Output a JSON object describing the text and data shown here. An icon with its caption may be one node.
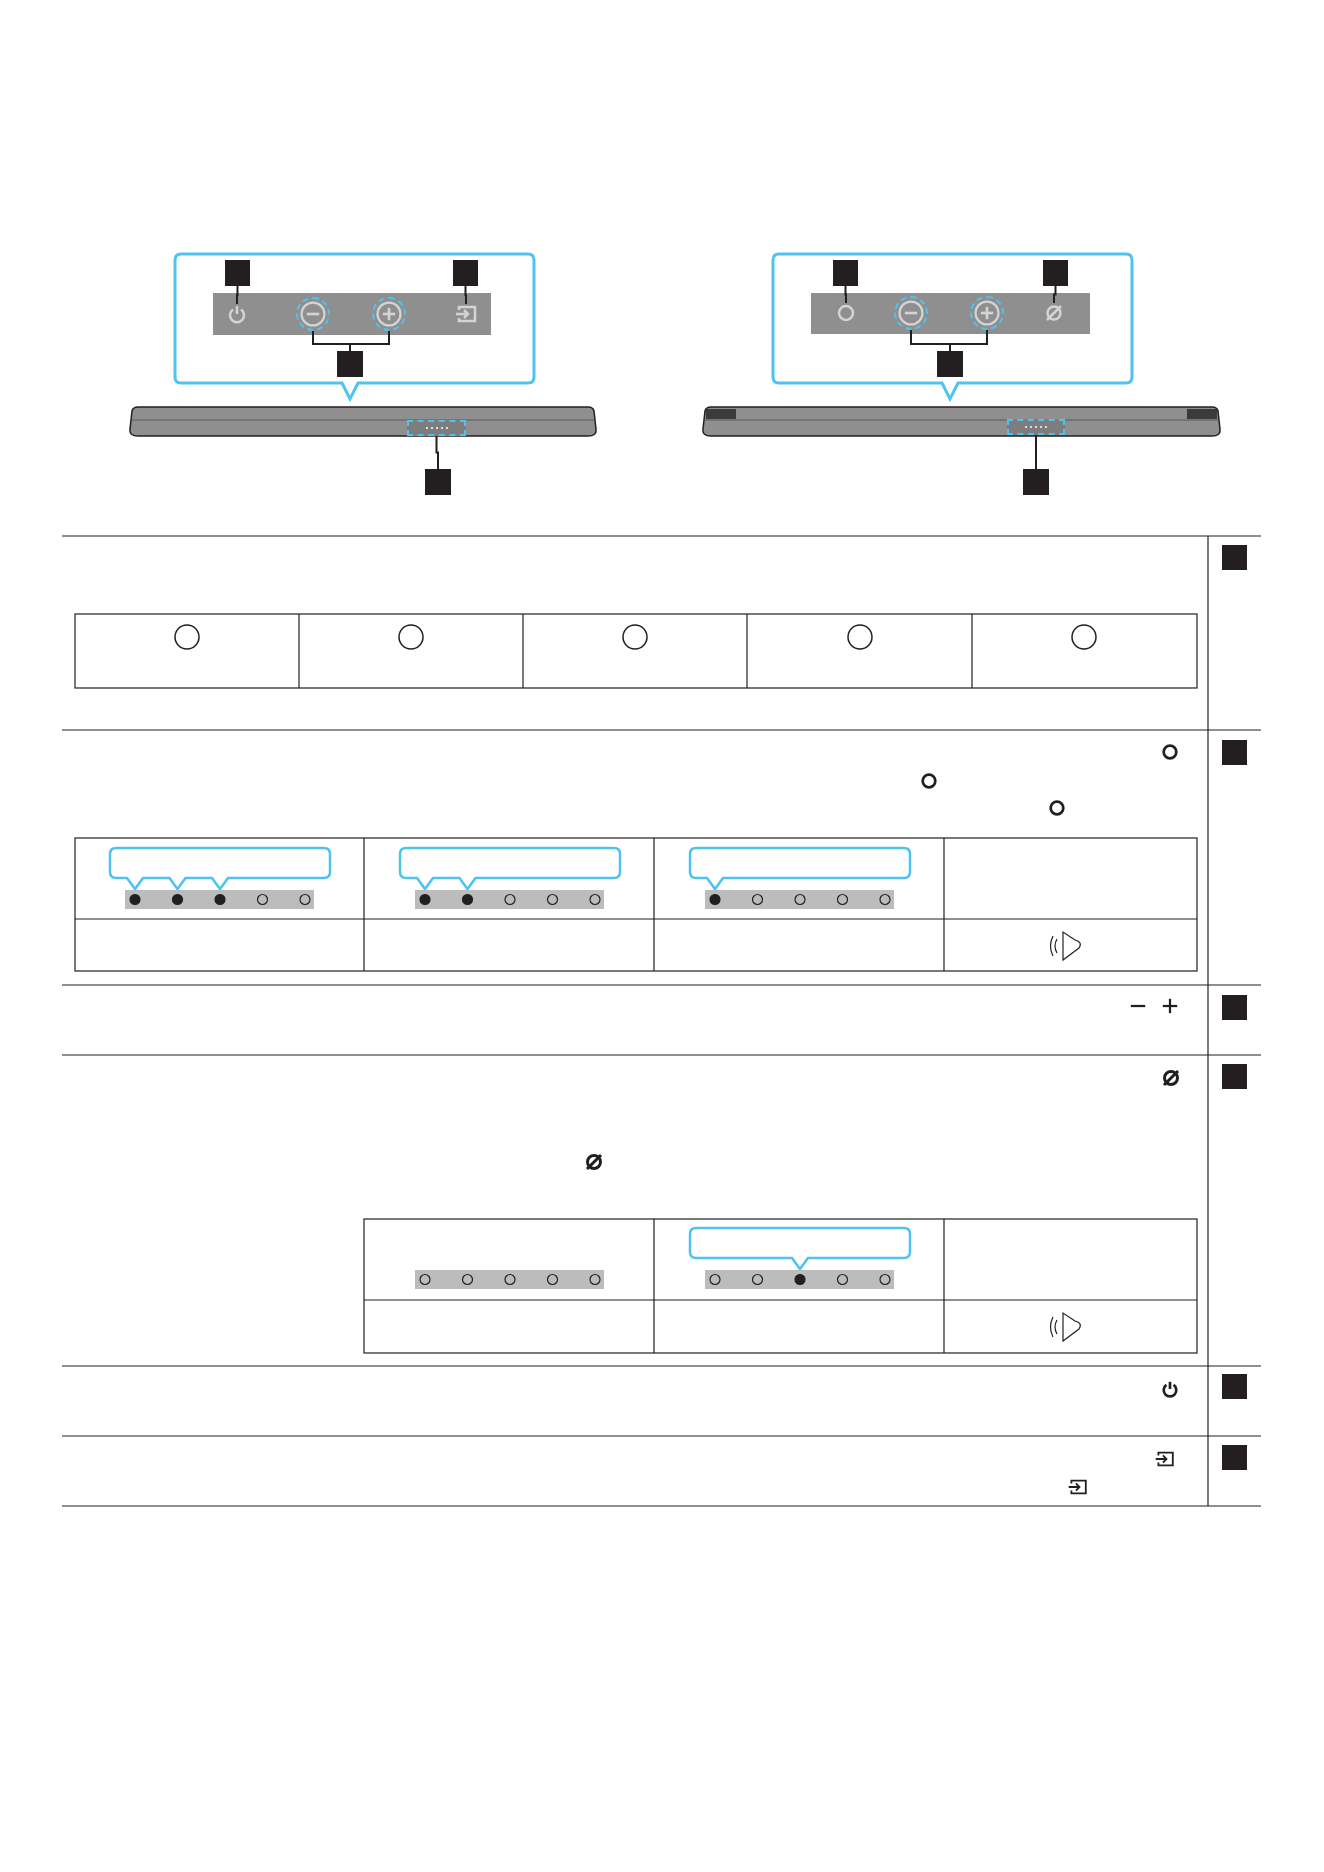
{
  "diagram": {
    "nodes": [
      {
        "text": [],
        "shape": "box"
      },
      {
        "text": [],
        "shape": "box"
      },
      {
        "text": [],
        "shape": "circle"
      },
      {
        "text": [],
        "shape": "circle"
      },
      {
        "text": [],
        "shape": "circle"
      },
      {
        "text": [],
        "shape": "box"
      },
      {
        "text": [],
        "shape": "box"
      },
      {
        "text": [],
        "shape": "box"
      },
      {
        "text": [],
        "shape": "box"
      },
      {
        "text": [],
        "shape": "box"
      },
      {
        "text": [],
        "shape": "box"
      },
      {
        "text": [],
        "shape": "circle"
      },
      {
        "text": [],
        "shape": "circle"
      },
      {
        "text": [],
        "shape": "circle"
      },
      {
        "text": [],
        "shape": "circle"
      },
      {
        "text": [],
        "shape": "box"
      },
      {
        "text": [],
        "shape": "box"
      },
      {
        "text": [],
        "shape": "box"
      },
      {
        "text": [],
        "shape": "box"
      },
      {
        "text": [],
        "shape": "box"
      },
      {
        "text": [],
        "shape": "box"
      },
      {
        "text": [],
        "shape": "box"
      },
      {
        "text": [],
        "shape": "box"
      },
      {
        "text": [],
        "shape": "box"
      }
    ],
    "edges": [
      {
        "from": 0,
        "to": 2,
        "arrow": "none"
      },
      {
        "from": 1,
        "to": 5,
        "arrow": "none"
      },
      {
        "from": 6,
        "to": 3,
        "arrow": "none"
      },
      {
        "from": 6,
        "to": 4,
        "arrow": "none"
      },
      {
        "from": 7,
        "to": 8,
        "arrow": "none"
      },
      {
        "from": 9,
        "to": 11,
        "arrow": "none"
      },
      {
        "from": 10,
        "to": 14,
        "arrow": "none"
      },
      {
        "from": 15,
        "to": 12,
        "arrow": "none"
      },
      {
        "from": 15,
        "to": 13,
        "arrow": "none"
      },
      {
        "from": 16,
        "to": 17,
        "arrow": "none"
      }
    ]
  }
}
